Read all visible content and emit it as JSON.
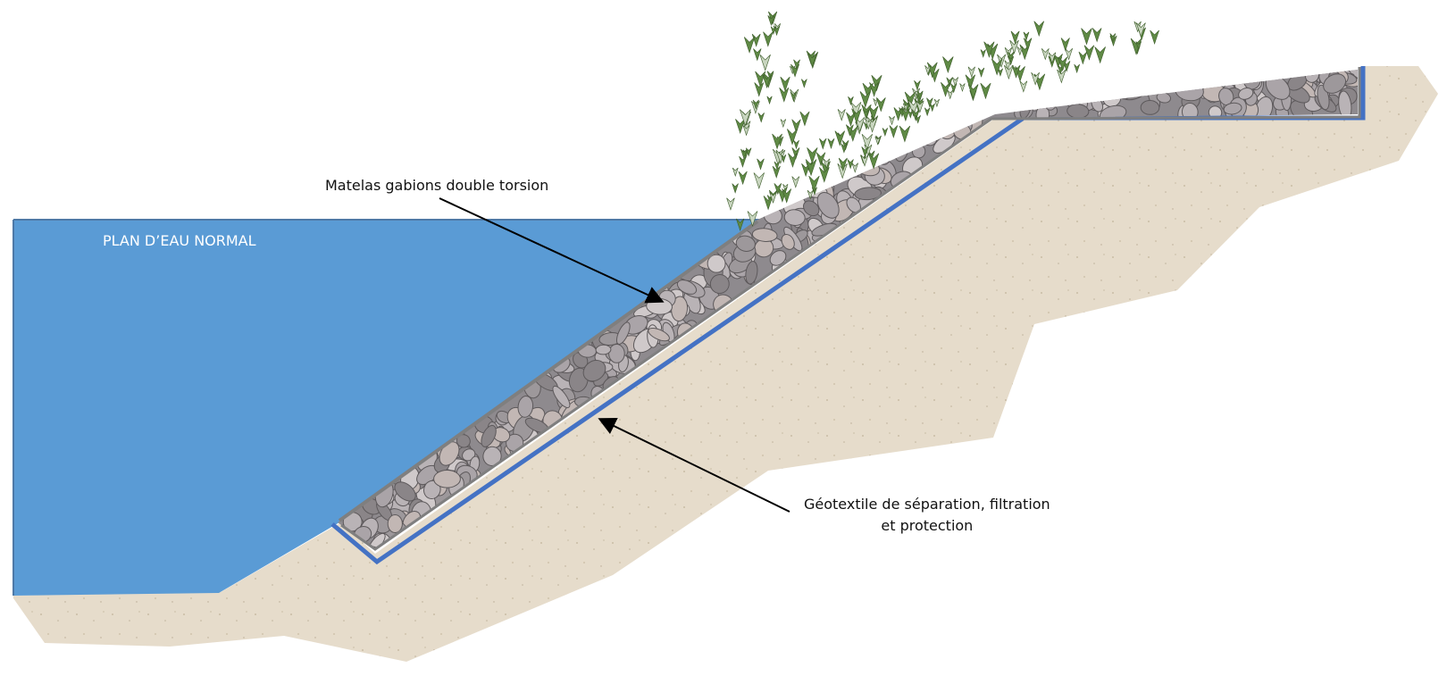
{
  "water": {
    "label": "PLAN D’EAU NORMAL",
    "color": "#5a9bd5"
  },
  "annotations": {
    "gabion_label": "Matelas gabions double torsion",
    "geotextile_label_line1": "Géotextile de séparation, filtration",
    "geotextile_label_line2": "et protection"
  },
  "colors": {
    "soil": "#e6dccb",
    "geotextile": "#4472c4",
    "gabion_frame": "#7f7f7f",
    "stone": "#a7a2a6",
    "vegetation": "#5f8a45"
  },
  "icons": [
    "arrow-icon",
    "plant-icon",
    "stone-icon"
  ]
}
